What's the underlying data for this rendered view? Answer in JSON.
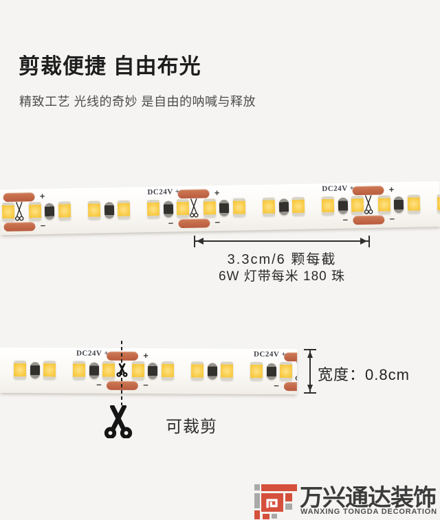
{
  "header": {
    "title": "剪裁便捷 自由布光",
    "subtitle": "精致工艺 光线的奇妙 是自由的呐喊与释放"
  },
  "strip_print": {
    "dc_label": "DC24V +",
    "plus": "+",
    "minus": "−"
  },
  "dimension_length": {
    "line1": "3.3cm/6 颗每截",
    "line2": "6W 灯带每米 180 珠"
  },
  "dimension_width": {
    "label": "宽度：0.8cm"
  },
  "cut_note": {
    "label": "可裁剪",
    "icon": "scissors-icon"
  },
  "logo": {
    "name_cn": "万兴通达装饰",
    "name_en": "WANXING TONGDA DECORATION",
    "red": "#d5503c",
    "gray": "#a9a9a9"
  },
  "colors": {
    "background": "#f5f4f2",
    "pad_copper": "#c4684a",
    "led_yellow": "#f8c93f",
    "strip_white": "#fdfcf9",
    "dimension_ink": "#2e2e2e"
  }
}
